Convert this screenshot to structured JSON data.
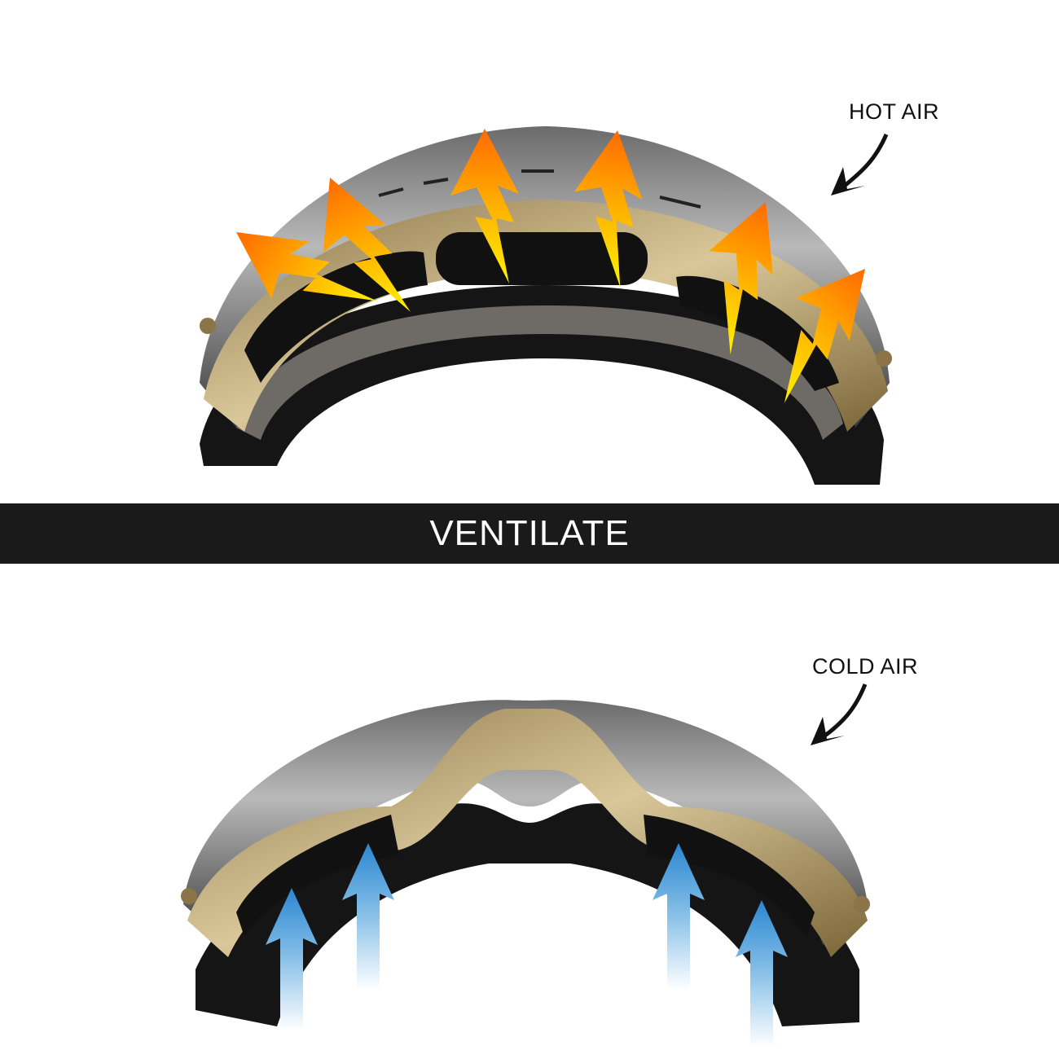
{
  "top_panel": {
    "annotation": "HOT AIR",
    "arrow_color_top": "#ff7a00",
    "arrow_color_bottom": "#ffee00"
  },
  "banner": {
    "title": "VENTILATE",
    "background": "#1a1a1a"
  },
  "bottom_panel": {
    "annotation": "COLD AIR",
    "arrow_color_top": "#2f8fd6",
    "arrow_color_bottom": "#ffffff"
  }
}
